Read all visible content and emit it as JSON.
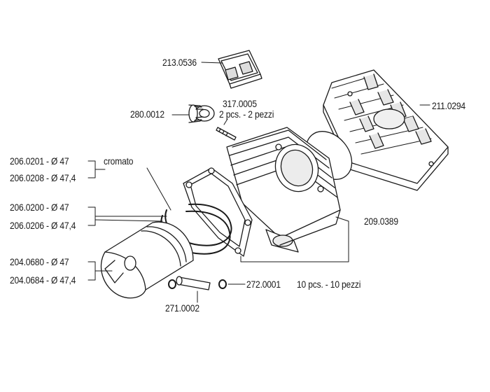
{
  "parts": {
    "p213_0536": "213.0536",
    "p317_0005": "317.0005",
    "p317_qty": "2 pcs. - 2 pezzi",
    "p280_0012": "280.0012",
    "p211_0294": "211.0294",
    "p206_0201": "206.0201 - Ø 47",
    "p206_0208": "206.0208 - Ø 47,4",
    "cromato": "cromato",
    "p206_0200": "206.0200 - Ø 47",
    "p206_0206": "206.0206 - Ø 47,4",
    "p209_0389": "209.0389",
    "p204_0680": "204.0680 - Ø 47",
    "p204_0684": "204.0684 - Ø 47,4",
    "p272_0001": "272.0001",
    "p272_qty": "10 pcs. - 10 pezzi",
    "p271_0002": "271.0002"
  },
  "colors": {
    "line": "#1a1a1a",
    "fill": "#ffffff",
    "shade": "#d9d9d9"
  }
}
